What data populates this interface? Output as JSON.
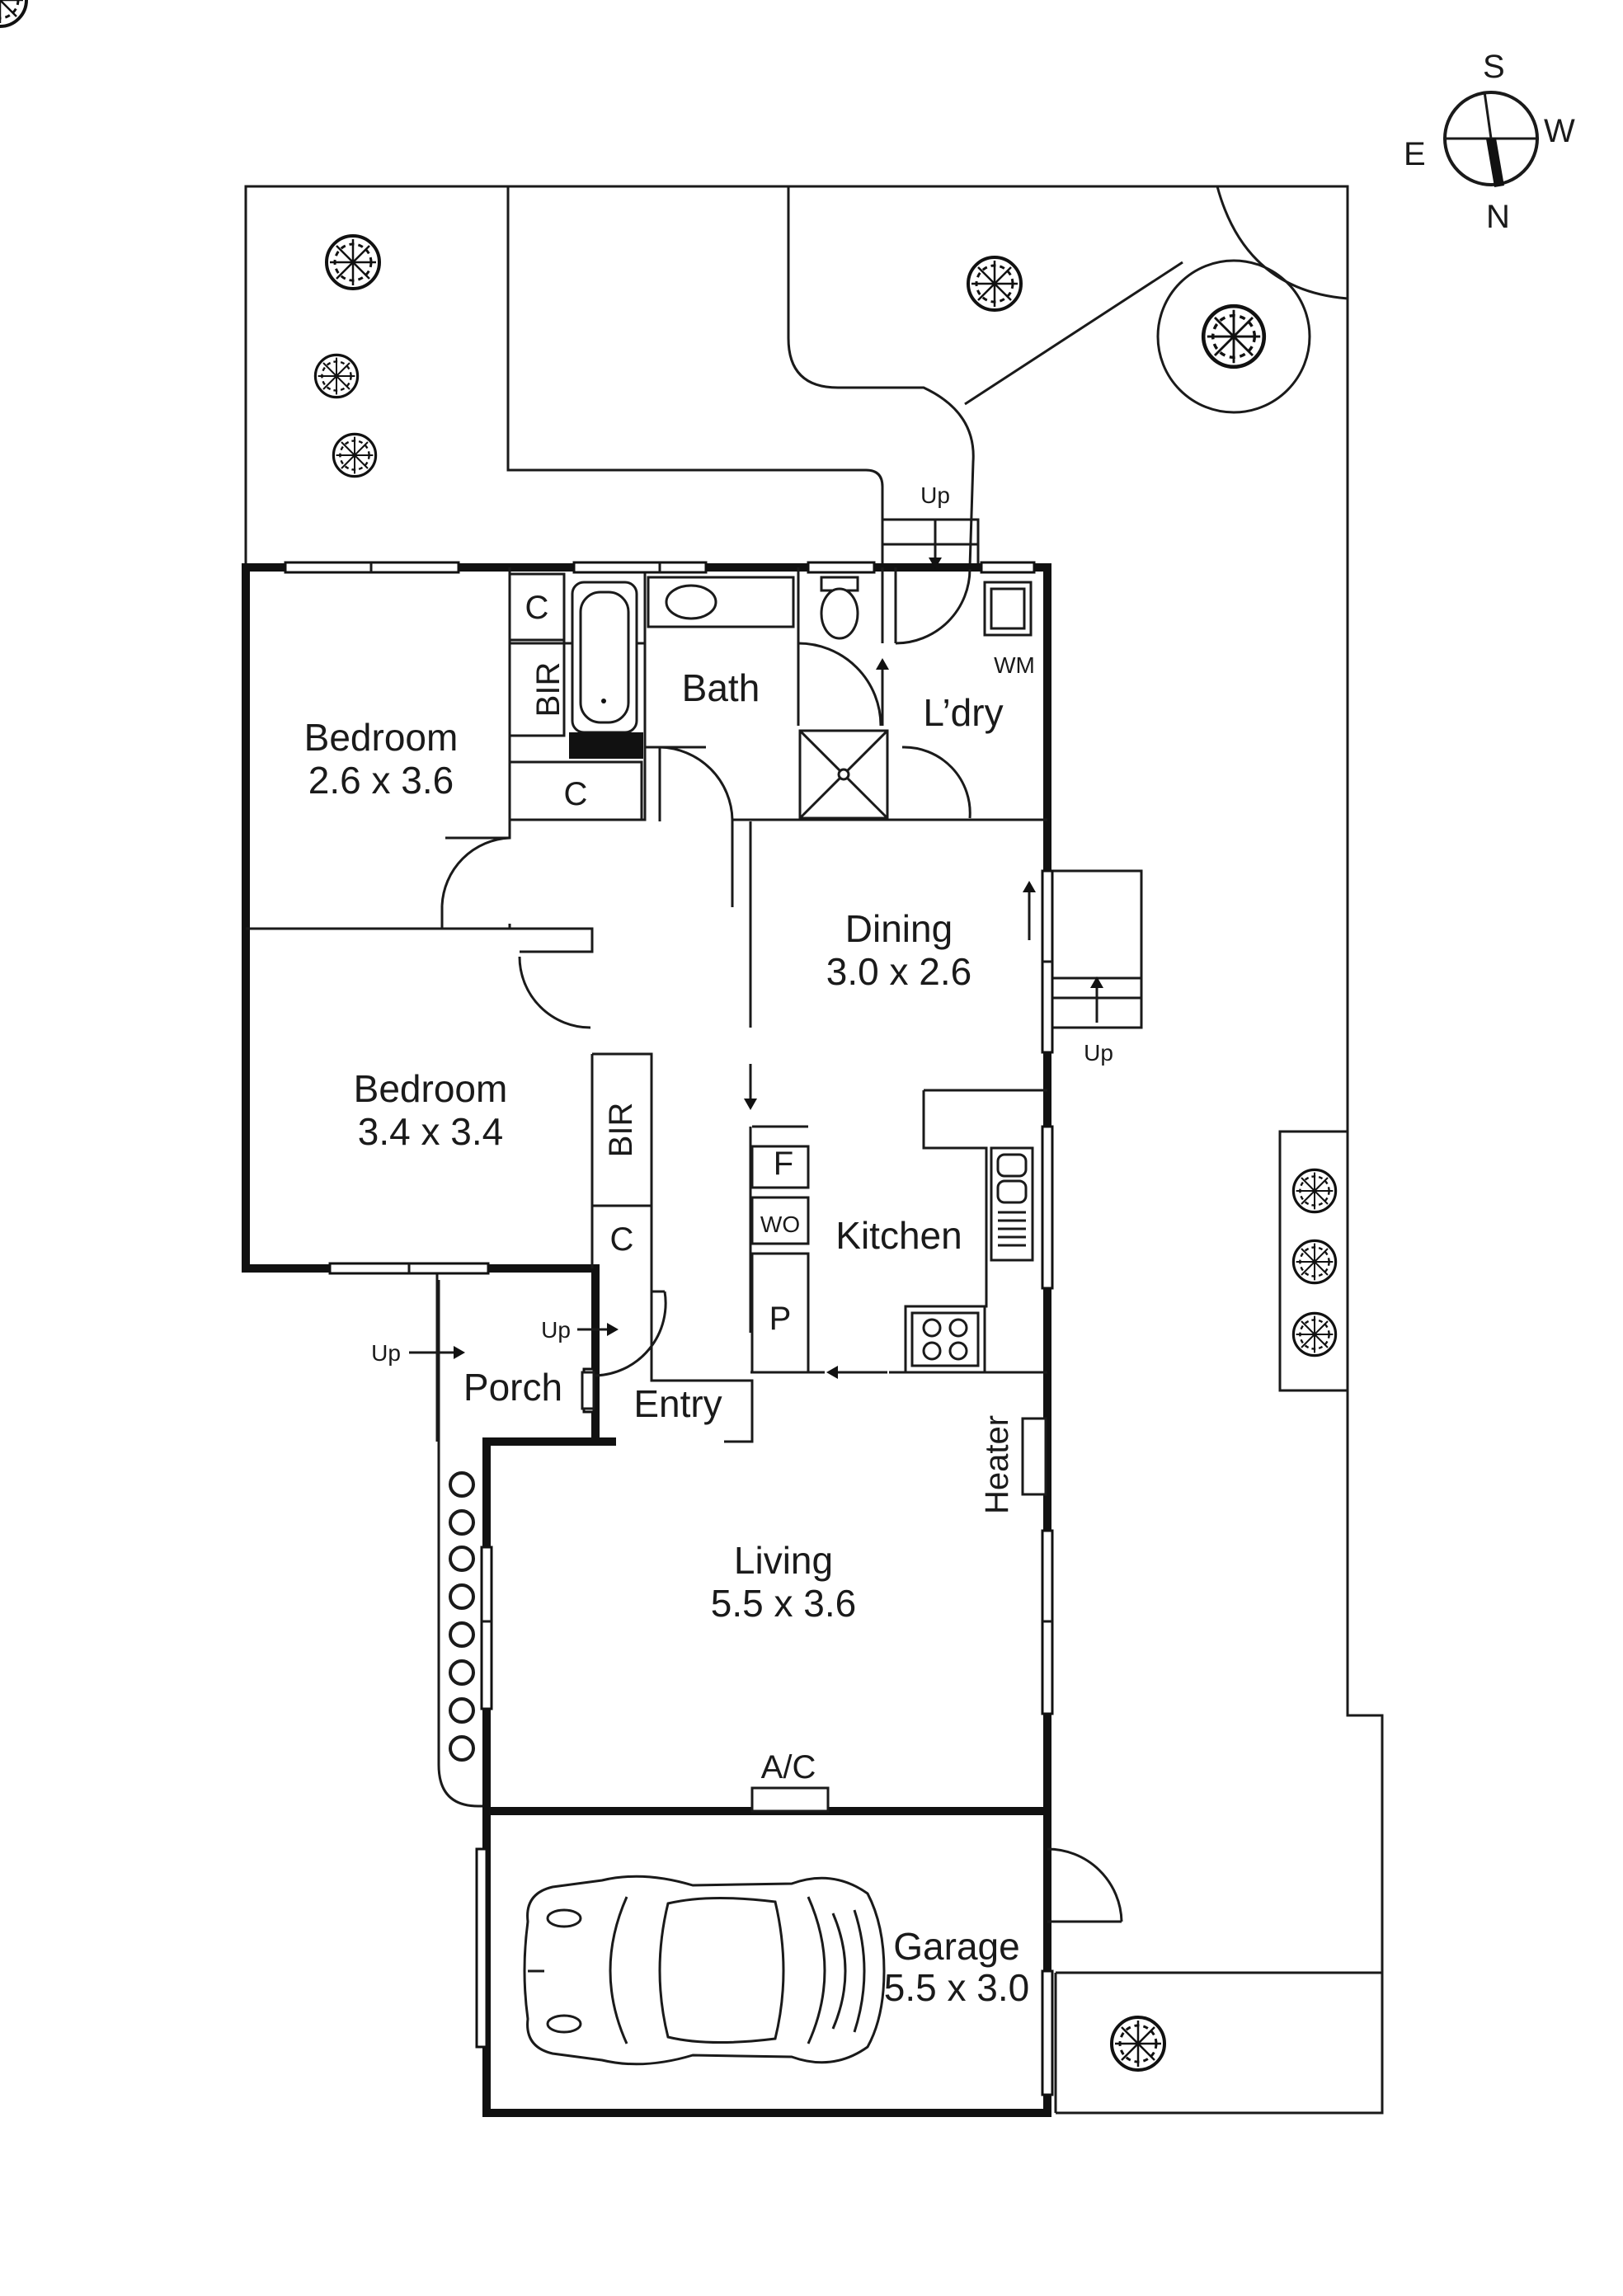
{
  "compass": {
    "s": "S",
    "w": "W",
    "e": "E",
    "n": "N"
  },
  "rooms": {
    "bedroom1": {
      "name": "Bedroom",
      "size": "2.6 x 3.6"
    },
    "bedroom2": {
      "name": "Bedroom",
      "size": "3.4 x 3.4"
    },
    "bath": {
      "name": "Bath"
    },
    "laundry": {
      "name": "L’dry"
    },
    "dining": {
      "name": "Dining",
      "size": "3.0 x 2.6"
    },
    "kitchen": {
      "name": "Kitchen"
    },
    "porch": {
      "name": "Porch"
    },
    "entry": {
      "name": "Entry"
    },
    "living": {
      "name": "Living",
      "size": "5.5 x 3.6"
    },
    "garage": {
      "name": "Garage",
      "size": "5.5 x 3.0"
    }
  },
  "labels": {
    "c": "C",
    "bir": "BIR",
    "wm": "WM",
    "f": "F",
    "wo": "WO",
    "p": "P",
    "heater": "Heater",
    "ac": "A/C",
    "up": "Up"
  }
}
